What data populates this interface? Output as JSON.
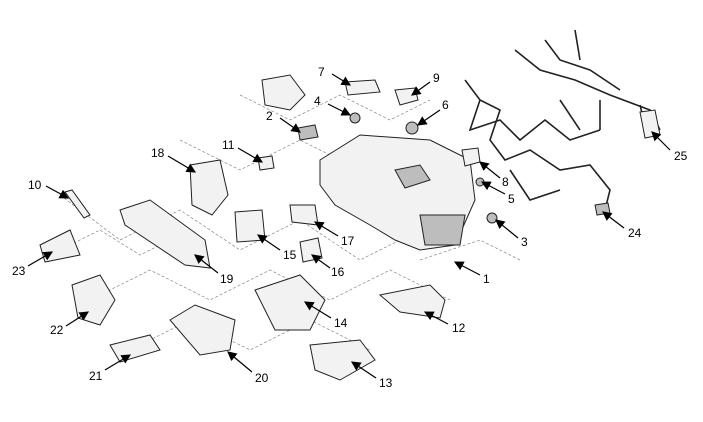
{
  "diagram": {
    "title": "Crash pad and instrument panel components exploded view",
    "callouts": [
      "1",
      "2",
      "3",
      "4",
      "5",
      "6",
      "7",
      "8",
      "9",
      "10",
      "11",
      "12",
      "13",
      "14",
      "15",
      "16",
      "17",
      "18",
      "19",
      "20",
      "21",
      "22",
      "23",
      "24",
      "25"
    ]
  }
}
